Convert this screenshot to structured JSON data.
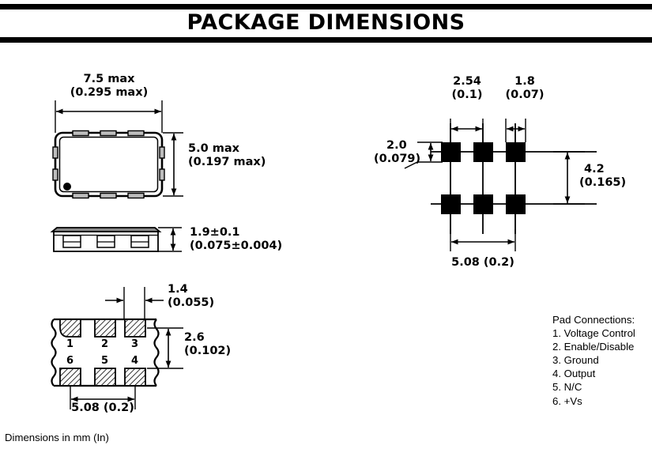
{
  "header": {
    "title": "PACKAGE DIMENSIONS"
  },
  "footer": {
    "note": "Dimensions in mm (In)"
  },
  "views": {
    "top_view": {
      "name": "top-view",
      "dimensions": {
        "width_mm": "7.5 max",
        "width_in": "(0.295 max)",
        "height_mm": "5.0 max",
        "height_in": "(0.197 max)"
      }
    },
    "side_view": {
      "name": "side-view",
      "dimensions": {
        "thickness_mm": "1.9±0.1",
        "thickness_in": "(0.075±0.004)"
      }
    },
    "bottom_view": {
      "name": "bottom-view",
      "dimensions": {
        "pad_width_mm": "1.4",
        "pad_width_in": "(0.055)",
        "row_pitch_mm": "2.6",
        "row_pitch_in": "(0.102)",
        "col_span": "5.08 (0.2)"
      },
      "pad_numbers": [
        "1",
        "2",
        "3",
        "6",
        "5",
        "4"
      ]
    },
    "land_pattern": {
      "name": "recommended-land-pattern",
      "dimensions": {
        "pitch_mm": "2.54",
        "pitch_in": "(0.1)",
        "pad_width_mm": "1.8",
        "pad_width_in": "(0.07)",
        "pad_height_mm": "2.0",
        "pad_height_in": "(0.079)",
        "row_pitch_mm": "4.2",
        "row_pitch_in": "(0.165)",
        "col_span": "5.08 (0.2)"
      }
    }
  },
  "pad_connections": {
    "title": "Pad Connections:",
    "items": [
      "1. Voltage Control",
      "2. Enable/Disable",
      "3. Ground",
      "4. Output",
      "5. N/C",
      "6. +Vs"
    ]
  },
  "colors": {
    "ink": "#000000",
    "paper": "#ffffff"
  }
}
